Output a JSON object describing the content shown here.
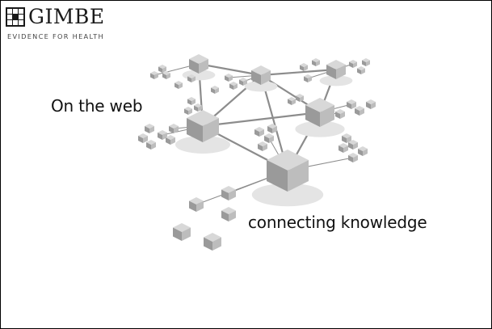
{
  "logo": {
    "brand": "GIMBE",
    "tagline": "EVIDENCE FOR HEALTH",
    "icon": "gimbe-logo-mark-icon"
  },
  "captions": {
    "web": "On the web",
    "knowledge": "connecting knowledge"
  },
  "illustration": {
    "subject": "network-cubes-illustration"
  },
  "colors": {
    "background": "#ffffff",
    "border": "#000000",
    "text": "#111111",
    "cube_top": "#d8d8d8",
    "cube_left": "#9a9a9a",
    "cube_right": "#bdbdbd"
  }
}
